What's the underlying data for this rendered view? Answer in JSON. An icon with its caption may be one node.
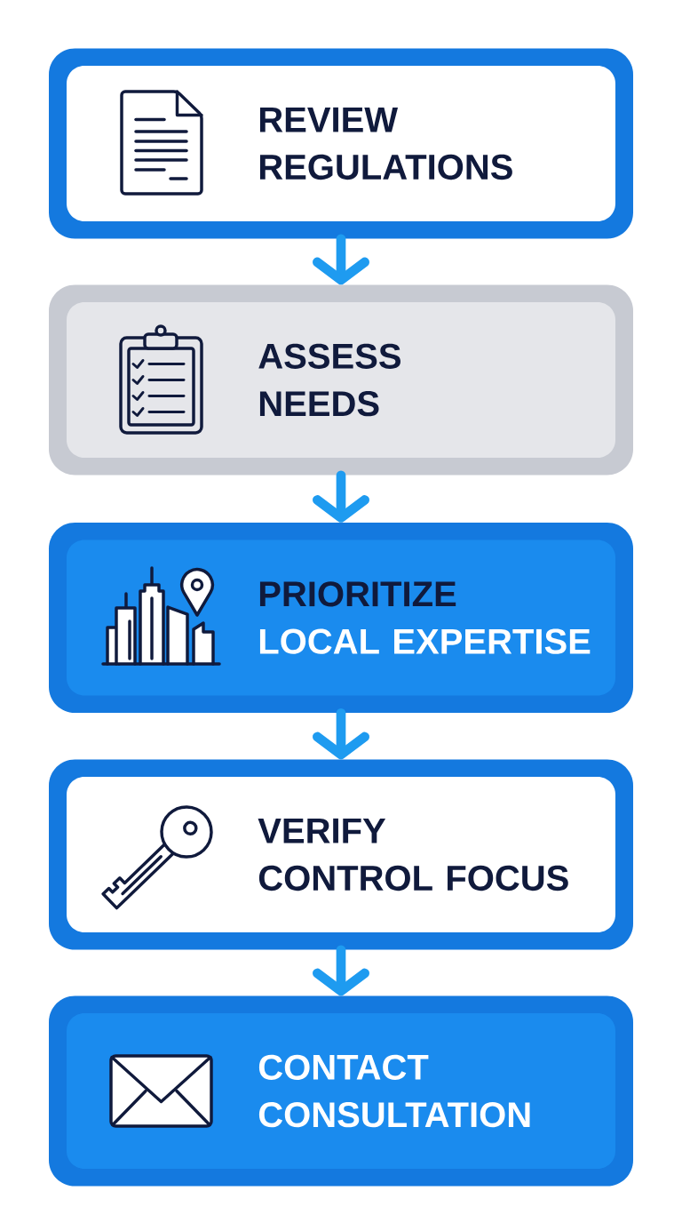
{
  "diagram": {
    "nodes": [
      {
        "text": [
          "REVIEW REGULATIONS"
        ]
      },
      {
        "text": [
          "ASSESS NEEDS"
        ]
      },
      {
        "text": [
          "PRIORITIZE",
          "LOCAL EXPERTISE"
        ]
      },
      {
        "text": [
          "VERIFY CONTROL FOCUS"
        ]
      },
      {
        "text": [
          "CONTACT CONSULTATION"
        ]
      }
    ],
    "edges": [
      {
        "from": 0,
        "to": 1,
        "arrow": "to"
      },
      {
        "from": 1,
        "to": 2,
        "arrow": "to"
      },
      {
        "from": 2,
        "to": 3,
        "arrow": "to"
      },
      {
        "from": 3,
        "to": 4,
        "arrow": "to"
      }
    ]
  }
}
